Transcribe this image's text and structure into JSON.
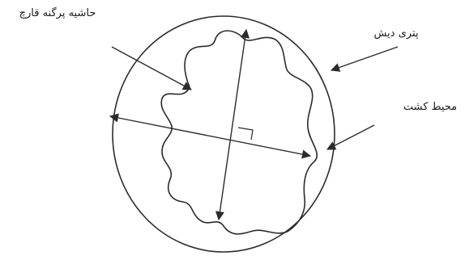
{
  "labels": {
    "colony_edge": "حاشیه پرگنه قارچ",
    "petri_dish": "پتری دیش",
    "culture_medium": "محیط کشت"
  },
  "colors": {
    "line": "#2b2b2b",
    "text": "#1a1a1a",
    "background": "#ffffff"
  }
}
